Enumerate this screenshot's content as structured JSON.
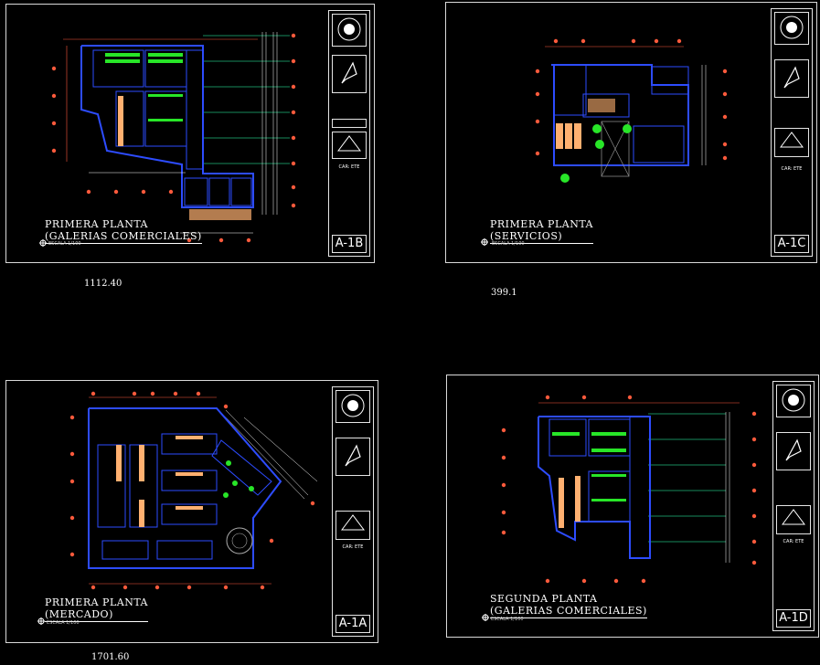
{
  "sheets": {
    "a1b": {
      "title": "PRIMERA PLANTA",
      "subtitle": "(GALERIAS COMERCIALES)",
      "scale": "ESCALA 1/100",
      "sheet_no": "A-1B",
      "cartel": "CAR: ETE",
      "area": "1112.40"
    },
    "a1c": {
      "title": "PRIMERA PLANTA",
      "subtitle": "(SERVICIOS)",
      "scale": "ESCALA 1/100",
      "sheet_no": "A-1C",
      "cartel": "CAR: ETE",
      "area": "399.1"
    },
    "a1a": {
      "title": "PRIMERA PLANTA",
      "subtitle": "(MERCADO)",
      "scale": "ESCALA 1/100",
      "sheet_no": "A-1A",
      "cartel": "CAR: ETE",
      "area": "1701.60"
    },
    "a1d": {
      "title": "SEGUNDA PLANTA",
      "subtitle": "(GALERIAS COMERCIALES)",
      "scale": "ESCALA 1/100",
      "sheet_no": "A-1D",
      "cartel": "CAR: ETE"
    }
  },
  "colors": {
    "background": "#000000",
    "frame": "#d9d9d9",
    "wall": "#2d4cff",
    "dimension": "#ff5a3c",
    "plant": "#28e628",
    "fixture": "#ffb070",
    "axis": "#ffffff"
  },
  "icons": [
    "seal-icon",
    "logo-icon",
    "north-arrow-icon"
  ]
}
